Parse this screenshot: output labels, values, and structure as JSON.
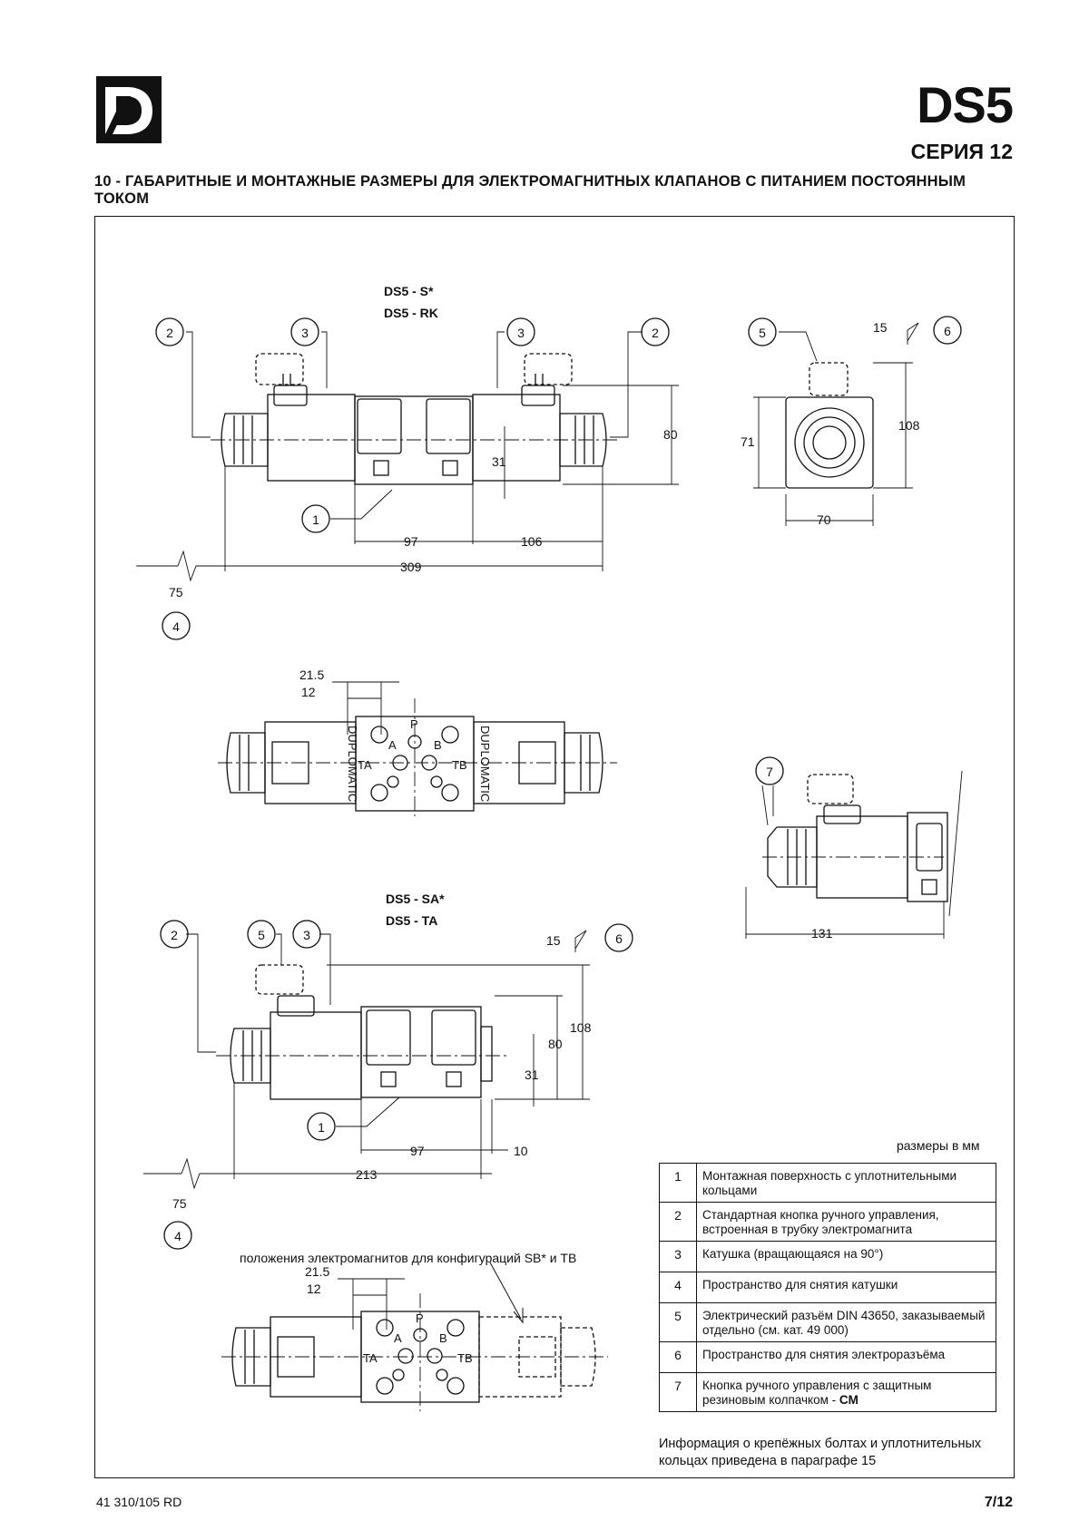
{
  "header": {
    "product": "DS5",
    "series": "СЕРИЯ 12",
    "heading": "10 - ГАБАРИТНЫЕ И МОНТАЖНЫЕ РАЗМЕРЫ ДЛЯ ЭЛЕКТРОМАГНИТНЫХ КЛАПАНОВ С ПИТАНИЕМ ПОСТОЯННЫМ ТОКОМ"
  },
  "drawing1": {
    "model_a": "DS5 - S*",
    "model_b": "DS5 - RK",
    "dims": {
      "d80": "80",
      "d31": "31",
      "d97": "97",
      "d106": "106",
      "d309": "309",
      "d75": "75",
      "d70": "70",
      "d71": "71",
      "d108": "108",
      "d15": "15"
    },
    "callouts": {
      "c1": "1",
      "c2": "2",
      "c3": "3",
      "c4": "4",
      "c5": "5",
      "c6": "6"
    }
  },
  "drawing2": {
    "dims": {
      "d21_5": "21.5",
      "d12": "12"
    },
    "ports": {
      "p": "P",
      "a": "A",
      "b": "B",
      "ta": "TA",
      "tb": "TB"
    },
    "brand_mark": "DUPLOMATIC"
  },
  "drawing3": {
    "callout": "7",
    "dims": {
      "d131": "131"
    }
  },
  "drawing4": {
    "model_a": "DS5 - SA*",
    "model_b": "DS5 - TA",
    "dims": {
      "d15": "15",
      "d108": "108",
      "d80": "80",
      "d31": "31",
      "d97": "97",
      "d10": "10",
      "d213": "213",
      "d75": "75"
    },
    "callouts": {
      "c1": "1",
      "c2": "2",
      "c3": "3",
      "c4": "4",
      "c5": "5",
      "c6": "6"
    }
  },
  "drawing5": {
    "caption": "положения электромагнитов для конфигураций SB* и TB",
    "dims": {
      "d21_5": "21.5",
      "d12": "12"
    },
    "ports": {
      "p": "P",
      "a": "A",
      "b": "B",
      "ta": "TA",
      "tb": "TB"
    }
  },
  "units_note": "размеры в мм",
  "legend": [
    {
      "num": "1",
      "text": "Монтажная поверхность с уплотнительными кольцами"
    },
    {
      "num": "2",
      "text": "Стандартная кнопка ручного управления, встроенная в трубку электромагнита"
    },
    {
      "num": "3",
      "text": "Катушка (вращающаяся на 90°)"
    },
    {
      "num": "4",
      "text": "Пространство для снятия катушки"
    },
    {
      "num": "5",
      "text": "Электрический разъём DIN 43650, заказываемый отдельно (см. кат.  49 000)"
    },
    {
      "num": "6",
      "text": "Пространство для снятия электроразъёма"
    },
    {
      "num": "7",
      "text": "Кнопка ручного управления с защитным резиновым колпачком - ",
      "bold": "CM"
    }
  ],
  "footer_note": "Информация о крепёжных болтах и уплотнительных кольцах приведена в параграфе 15",
  "footer": {
    "doc_number": "41 310/105 RD",
    "page": "7/12"
  }
}
